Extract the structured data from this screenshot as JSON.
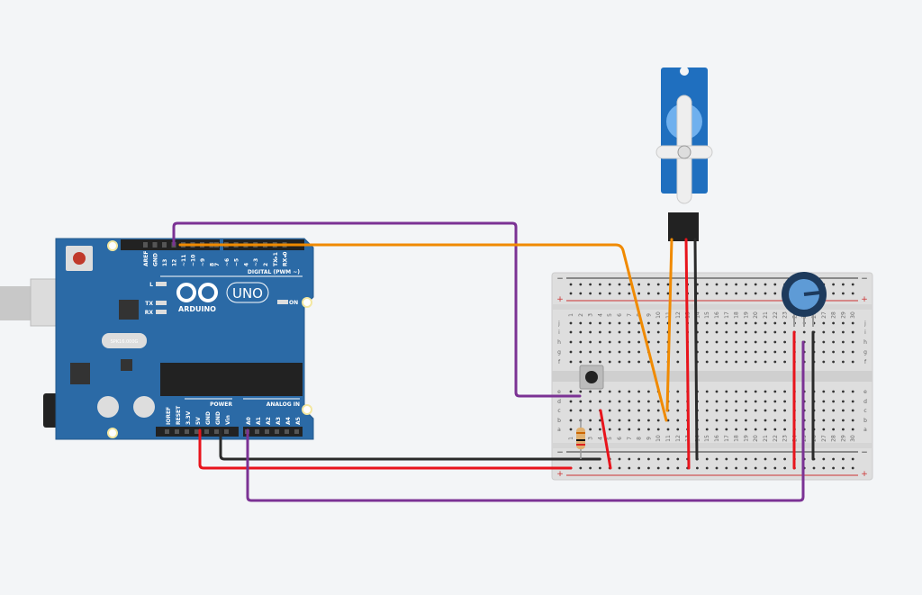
{
  "arduino": {
    "brand": "ARDUINO",
    "model": "UNO",
    "digital_label": "DIGITAL (PWM ~)",
    "power_label": "POWER",
    "analog_label": "ANALOG IN",
    "on_label": "ON",
    "led_labels": [
      "L",
      "TX",
      "RX"
    ],
    "crystal": "SPK16.000G",
    "digital_pins": [
      "AREF",
      "GND",
      "13",
      "12",
      "~11",
      "~10",
      "~9",
      "8",
      "7",
      "~6",
      "~5",
      "4",
      "~3",
      "2",
      "TX▸1",
      "RX◂0"
    ],
    "power_pins": [
      "IOREF",
      "RESET",
      "3.3V",
      "5V",
      "GND",
      "GND",
      "Vin"
    ],
    "analog_pins": [
      "A0",
      "A1",
      "A2",
      "A3",
      "A4",
      "A5"
    ],
    "board_color": "#2b6aa6"
  },
  "breadboard": {
    "columns": 30,
    "top_rows": [
      "j",
      "i",
      "h",
      "g",
      "f"
    ],
    "bottom_rows": [
      "e",
      "d",
      "c",
      "b",
      "a"
    ],
    "rail_minus": "−",
    "rail_plus": "+"
  },
  "wire_colors": {
    "purple": "#7b3294",
    "orange": "#f08a00",
    "red": "#e8141c",
    "black": "#2a2a2a"
  },
  "components": [
    "arduino-uno",
    "breadboard",
    "micro-servo",
    "pushbutton",
    "resistor",
    "potentiometer"
  ]
}
